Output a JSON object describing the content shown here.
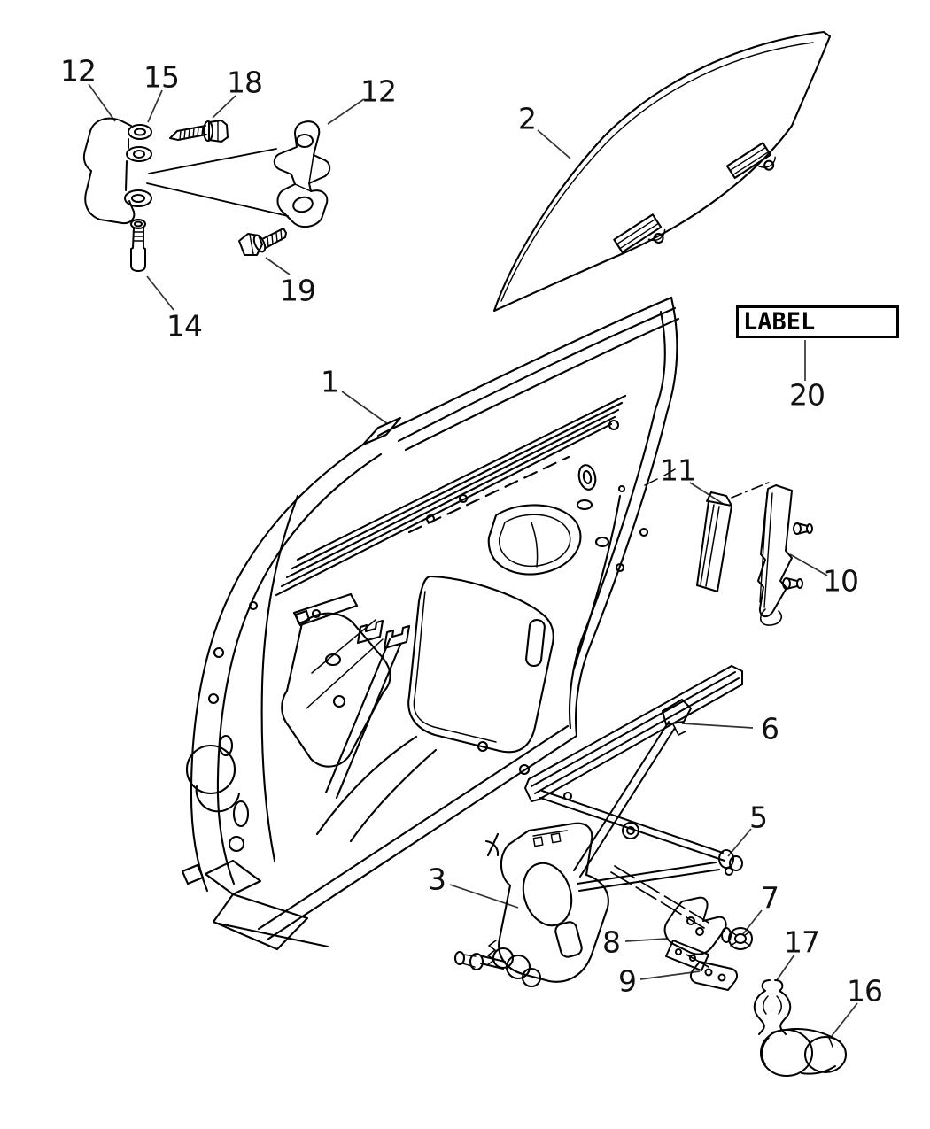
{
  "figure": {
    "background": "#ffffff",
    "line_color": "#000000",
    "leader_color": "#333333"
  },
  "label_box": {
    "text": "LABEL"
  },
  "callouts": [
    {
      "label": "12"
    },
    {
      "label": "15"
    },
    {
      "label": "18"
    },
    {
      "label": "12"
    },
    {
      "label": "2"
    },
    {
      "label": "14"
    },
    {
      "label": "19"
    },
    {
      "label": "1"
    },
    {
      "label": "20"
    },
    {
      "label": "11"
    },
    {
      "label": "10"
    },
    {
      "label": "6"
    },
    {
      "label": "5"
    },
    {
      "label": "3"
    },
    {
      "label": "8"
    },
    {
      "label": "7"
    },
    {
      "label": "9"
    },
    {
      "label": "17"
    },
    {
      "label": "16"
    }
  ]
}
